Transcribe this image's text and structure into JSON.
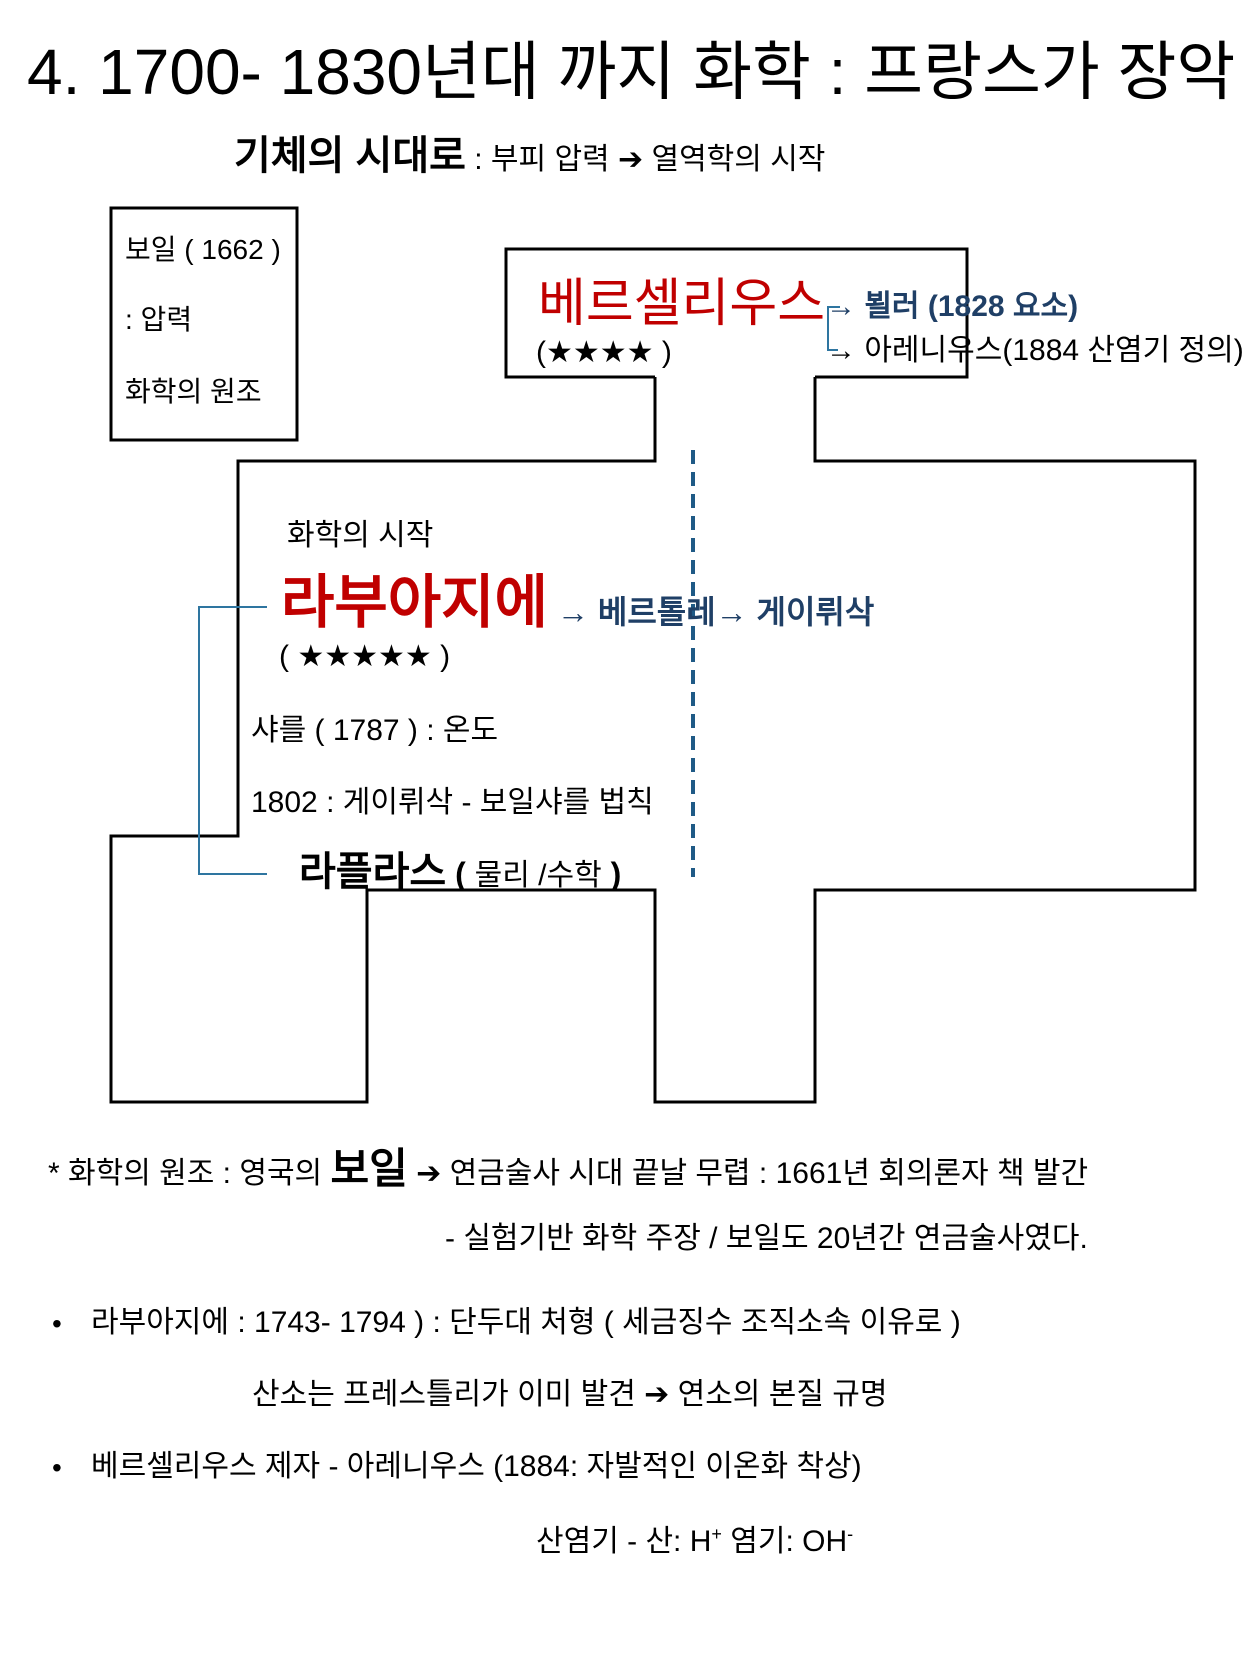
{
  "title": "4. 1700- 1830년대 까지 화학 : 프랑스가 장악",
  "subtitle": {
    "bold": "기체의 시대로",
    "rest": " : 부피 압력 ➔  열역학의 시작"
  },
  "boyle_box": {
    "line1": "보일 ( 1662 )",
    "line2": ":  압력",
    "line3": "화학의 원조"
  },
  "berzelius": {
    "name": "베르셀리우스",
    "stars": "(★★★★ )",
    "arrow1": "→ 뵐러 (1828 요소)",
    "arrow2": "→  아레니우스(1884 산염기 정의)"
  },
  "center": {
    "start": "화학의  시작",
    "lavoisier": "라부아지에",
    "lavoisier_arrow": "→ 베르톨레→ 게이뤼삭",
    "lavoisier_stars": "( ★★★★★ )",
    "charles": "샤를 ( 1787 ) :  온도",
    "gaylussac": "1802 : 게이뤼삭  - 보일샤를 법칙",
    "laplace": "라플라스",
    "laplace_note_open": " ( ",
    "laplace_note": "물리 /수학",
    "laplace_note_close": " )"
  },
  "notes": {
    "boyle_pre": "*  화학의  원조  :  영국의 ",
    "boyle_bold": "보일",
    "boyle_post": " ➔ 연금술사 시대 끝날 무렵  :  1661년 회의론자 책 발간",
    "boyle_line2": "-  실험기반 화학 주장   /  보일도 20년간 연금술사였다.",
    "bullet": "•",
    "lavoisier_line": "라부아지에 :  1743- 1794 ) :  단두대 처형 ( 세금징수 조직소속 이유로 )",
    "lavoisier_line2": "산소는 프레스틀리가 이미 발견 ➔ 연소의 본질 규명",
    "berzelius_line": "베르셀리우스 제자 -  아레니우스  (1884:  자발적인 이온화 착상)",
    "acid_base_pre": "산염기  - 산:  H",
    "acid_sup": "+",
    "acid_base_mid": "  염기: OH",
    "base_sup": "-"
  },
  "colors": {
    "red": "#c00000",
    "navy": "#1f3f66",
    "dashed": "#1f5a86",
    "bracket": "#2e75a0"
  }
}
